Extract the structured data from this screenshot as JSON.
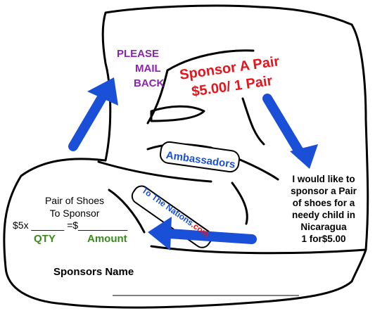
{
  "please_mail_back": [
    "PLEASE",
    "MAIL",
    "BACK"
  ],
  "sponsor_title": [
    "Sponsor A Pair",
    "$5.00/ 1 Pair"
  ],
  "wish": [
    "I would like to",
    "sponsor a Pair",
    "of shoes for a",
    "needy child in",
    "Nicaragua",
    "1 for$5.00"
  ],
  "form": {
    "title": [
      "Pair of Shoes",
      "To Sponsor"
    ],
    "formula": "$5x ______ =$_________",
    "qty_label": "QTY",
    "amount_label": "Amount"
  },
  "sponsors_name_label": "Sponsors Name",
  "logo": {
    "line1": "Ambassadors",
    "line2": "To The Nations",
    "line2_suffix": ".com"
  },
  "colors": {
    "outline": "#000000",
    "arrow_blue": "#1a4fd8",
    "title_red": "#e8141b",
    "please_purple": "#8b22b0",
    "label_green": "#3b8a1e"
  }
}
